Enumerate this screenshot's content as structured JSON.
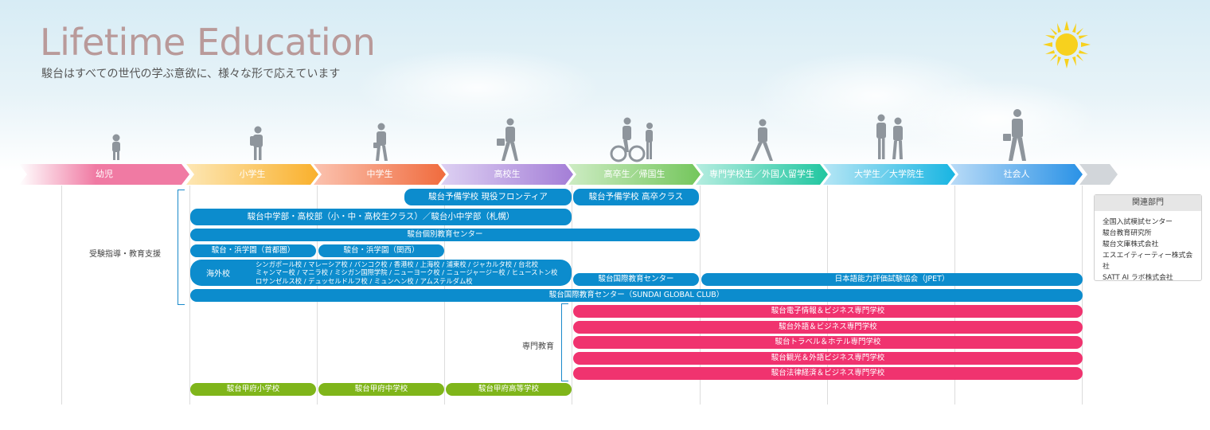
{
  "header": {
    "title": "Lifetime Education",
    "subtitle": "駿台はすべての世代の学ぶ意欲に、様々な形で応えています"
  },
  "stages": [
    {
      "label": "幼児",
      "color": "#f07aa3"
    },
    {
      "label": "小学生",
      "color": "#f9b02c"
    },
    {
      "label": "中学生",
      "color": "#f06b3d"
    },
    {
      "label": "高校生",
      "color": "#a47ed7"
    },
    {
      "label": "高卒生／帰国生",
      "color": "#74c65c"
    },
    {
      "label": "専門学校生／外国人留学生",
      "color": "#20c6a0"
    },
    {
      "label": "大学生／大学院生",
      "color": "#18b5e2"
    },
    {
      "label": "社会人",
      "color": "#2a92e6"
    }
  ],
  "categories": {
    "exam": "受験指導・教育支援",
    "vocational": "専門教育"
  },
  "programs": {
    "frontier": "駿台予備学校 現役フロンティア",
    "graduate_class": "駿台予備学校 高卒クラス",
    "junior_senior": "駿台中学部・高校部（小・中・高校生クラス）／駿台小中学部（札幌）",
    "individual": "駿台個別教育センター",
    "hamagaku_shutoken": "駿台・浜学園（首都圏）",
    "hamagaku_kansai": "駿台・浜学園（関西）",
    "overseas_label": "海外校",
    "overseas_line1": "シンガポール校 / マレーシア校 / バンコク校 / 香港校 / 上海校 / 浦東校 / ジャカルタ校 / 台北校",
    "overseas_line2": "ミャンマー校 / マニラ校 / ミシガン国際学院 / ニューヨーク校 / ニュージャージー校 / ヒューストン校",
    "overseas_line3": "ロサンゼルス校 / デュッセルドルフ校 / ミュンヘン校 / アムステルダム校",
    "intl_center": "駿台国際教育センター",
    "jpet": "日本語能力評価試験協会（JPET）",
    "global_club": "駿台国際教育センター（SUNDAI GLOBAL CLUB）",
    "vocational": [
      "駿台電子情報＆ビジネス専門学校",
      "駿台外語＆ビジネス専門学校",
      "駿台トラベル＆ホテル専門学校",
      "駿台観光＆外語ビジネス専門学校",
      "駿台法律経済＆ビジネス専門学校"
    ],
    "kofu_elementary": "駿台甲府小学校",
    "kofu_junior": "駿台甲府中学校",
    "kofu_high": "駿台甲府高等学校"
  },
  "related": {
    "heading": "関連部門",
    "items": [
      "全国入試模試センター",
      "駿台教育研究所",
      "駿台文庫株式会社",
      "エスエイティーティー株式会社",
      "SATT AI ラボ株式会社"
    ]
  },
  "colors": {
    "blue": "#0c8ccd",
    "pink": "#f0336f",
    "green": "#7fb51a"
  },
  "icons": [
    "sun-icon",
    "toddler-silhouette",
    "child-silhouette",
    "junior-high-silhouette",
    "high-school-silhouette",
    "cyclist-silhouette",
    "walker-silhouette",
    "students-silhouette",
    "businessman-silhouette"
  ]
}
